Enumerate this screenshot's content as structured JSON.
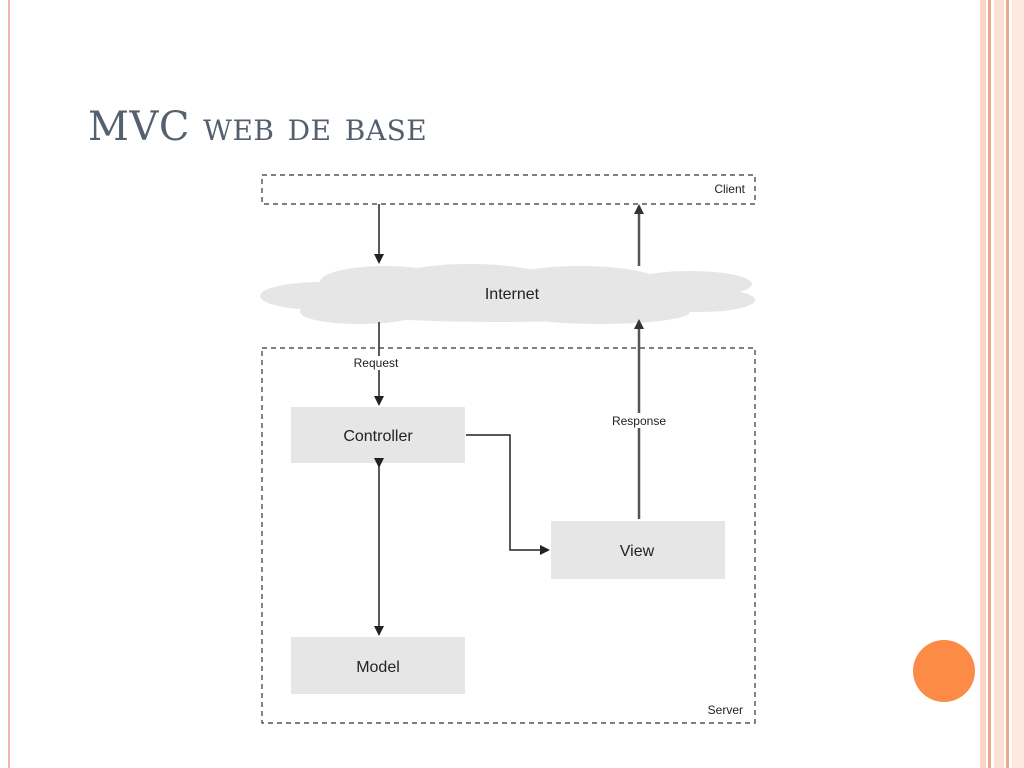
{
  "slide": {
    "title": "MVC web de base"
  },
  "diagram": {
    "client_label": "Client",
    "internet_label": "Internet",
    "server_label": "Server",
    "request_label": "Request",
    "response_label": "Response",
    "controller_label": "Controller",
    "view_label": "View",
    "model_label": "Model"
  },
  "colors": {
    "accent_orange": "#fb8b47",
    "stripe_salmon": "#f2a58d",
    "box_fill": "#e6e6e6",
    "cloud_fill": "#e6e6e6"
  }
}
